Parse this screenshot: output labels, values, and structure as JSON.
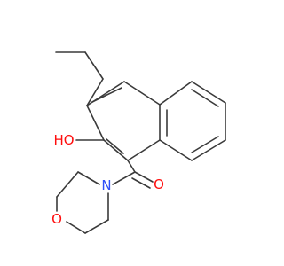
{
  "molecule": {
    "atoms": [
      {
        "id": "oh",
        "label": "HO",
        "color": "#ff0d0d"
      },
      {
        "id": "carbonyl_o",
        "label": "O",
        "color": "#ff0d0d"
      },
      {
        "id": "morpholine_n",
        "label": "N",
        "color": "#3050f8"
      },
      {
        "id": "morpholine_o",
        "label": "O",
        "color": "#ff0d0d"
      }
    ],
    "bond_color": "#3a3a3a"
  }
}
